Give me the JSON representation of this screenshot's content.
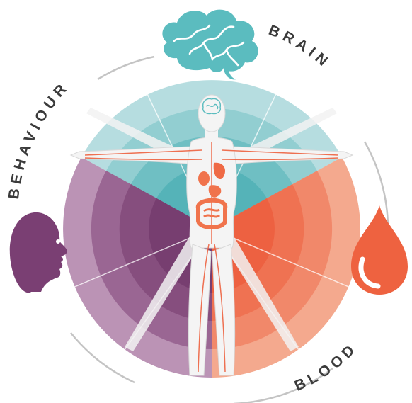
{
  "labels": {
    "brain": "BRAIN",
    "behaviour": "BEHAVIOUR",
    "blood": "BLOOD"
  },
  "icons": {
    "brain": "brain-icon",
    "behaviour": "head-profile-icon",
    "blood": "blood-drop-icon",
    "figure": "human-figure-icon"
  },
  "colors": {
    "brain_teal": "#5bbcbf",
    "behaviour_purple": "#7a3f73",
    "blood_orange": "#ee6240",
    "organ_orange": "#f0734c",
    "outer_ring": "#b9b9b9",
    "label_text": "#3b3b3b"
  }
}
